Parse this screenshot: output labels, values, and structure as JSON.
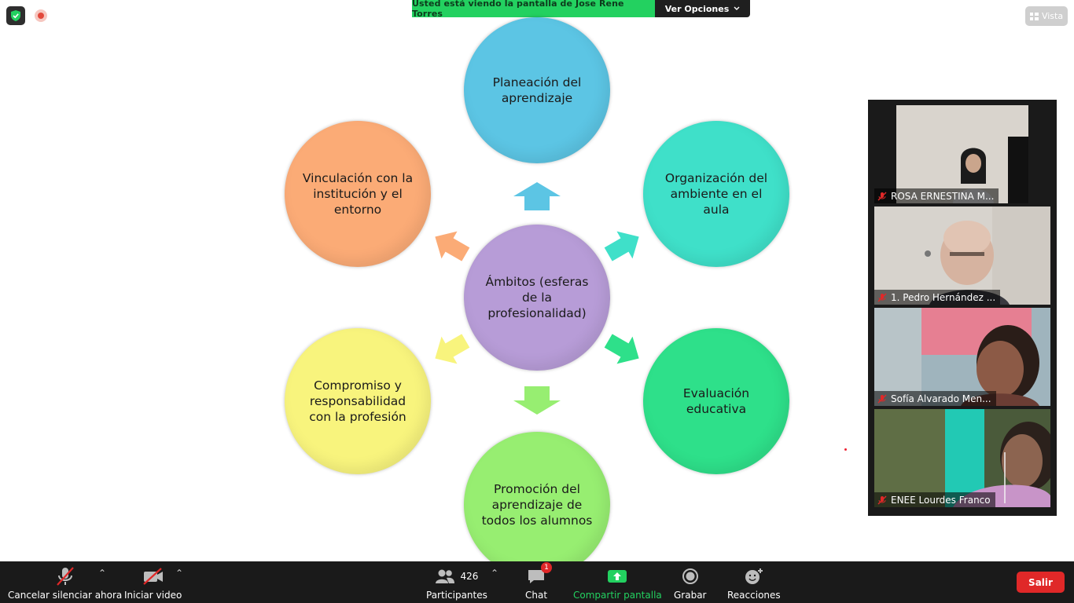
{
  "top": {
    "banner_text": "Usted está viendo la pantalla de Jose Rene Torres",
    "options_label": "Ver Opciones",
    "view_label": "Vista"
  },
  "diagram": {
    "center": "Ámbitos (esferas de la profesionalidad)",
    "top": "Planeación del aprendizaje",
    "right_upper": "Organización del ambiente en el aula",
    "right_lower": "Evaluación educativa",
    "bottom": "Promoción del aprendizaje de todos los alumnos",
    "left_lower": "Compromiso y responsabilidad con la profesión",
    "left_upper": "Vinculación con la institución y el entorno"
  },
  "gallery": [
    {
      "name": "ROSA ERNESTINA M..."
    },
    {
      "name": "1. Pedro Hernández ..."
    },
    {
      "name": "Sofía Alvarado Men..."
    },
    {
      "name": "ENEE Lourdes Franco"
    }
  ],
  "toolbar": {
    "mute_label": "Cancelar silenciar ahora",
    "video_label": "Iniciar video",
    "participants_label": "Participantes",
    "participants_count": "426",
    "chat_label": "Chat",
    "chat_badge": "1",
    "share_label": "Compartir pantalla",
    "record_label": "Grabar",
    "reactions_label": "Reacciones",
    "leave_label": "Salir"
  },
  "colors": {
    "banner_green": "#23d160",
    "share_green": "#23d160",
    "leave_red": "#e02828",
    "toolbar_bg": "#1a1a1a"
  }
}
